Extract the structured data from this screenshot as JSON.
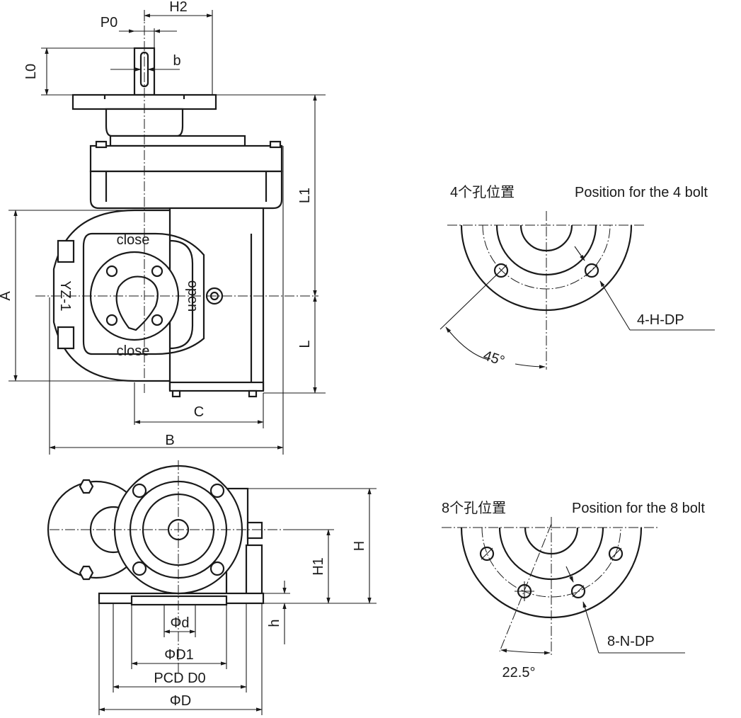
{
  "labels": {
    "p0": "P0",
    "h2": "H2",
    "l0": "L0",
    "b_small": "b",
    "l1": "L1",
    "l": "L",
    "a": "A",
    "c": "C",
    "b": "B",
    "close_top": "close",
    "close_bottom": "close",
    "open": "open",
    "model": "YZ-1",
    "h": "H",
    "h1": "H1",
    "h_small": "h",
    "phi_d": "Φd",
    "phi_d1": "ΦD1",
    "pcd_d0": "PCD D0",
    "phi_D": "ΦD"
  },
  "bolt4": {
    "title_cn": "4个孔位置",
    "title_en": "Position for the 4 bolt",
    "callout": "4-H-DP",
    "angle": "45°"
  },
  "bolt8": {
    "title_cn": "8个孔位置",
    "title_en": "Position for the 8 bolt",
    "callout": "8-N-DP",
    "angle": "22.5°"
  }
}
